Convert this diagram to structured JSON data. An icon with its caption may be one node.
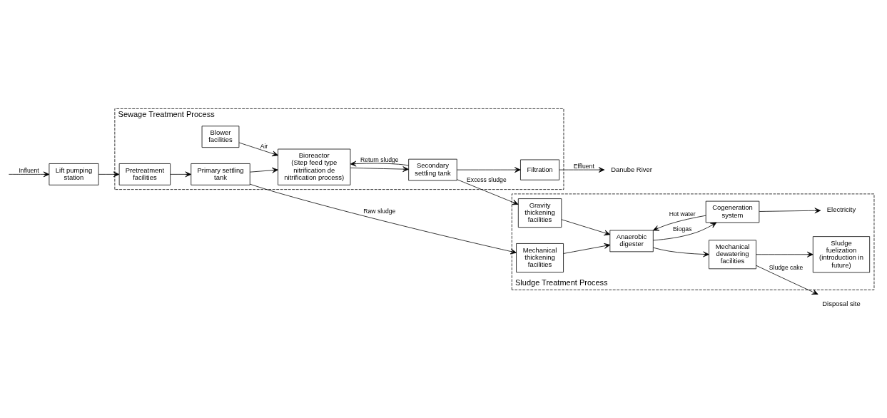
{
  "diagram": {
    "nodes": [
      {
        "text": [
          "Sewage Treatment Process"
        ]
      },
      {
        "text": [
          "Blower facilities"
        ],
        "in": 0
      },
      {
        "text": [
          "Pretreatment facilities"
        ],
        "in": 0
      },
      {
        "text": [
          "Primary settling tank"
        ],
        "in": 0
      },
      {
        "text": [
          "Bioreactor",
          "(Step feed type nitrification de nitrification process)"
        ],
        "in": 0
      },
      {
        "text": [
          "Secondary settling tank"
        ],
        "in": 0
      },
      {
        "text": [
          "Filtration"
        ],
        "in": 0
      },
      {
        "text": [
          "Lift pumping station"
        ]
      },
      {
        "text": [
          "Danube River"
        ]
      },
      {
        "text": [
          "Sludge Treatment Process"
        ]
      },
      {
        "text": [
          "Gravity thickening facilities"
        ],
        "in": 9
      },
      {
        "text": [
          "Mechanical thickening facilities"
        ],
        "in": 9
      },
      {
        "text": [
          "Anaerobic digester"
        ],
        "in": 9
      },
      {
        "text": [
          "Mechanical dewatering facilities"
        ],
        "in": 9
      },
      {
        "text": [
          "Cogeneration system"
        ],
        "in": 9
      },
      {
        "text": [
          "Electricity"
        ],
        "in": 9
      },
      {
        "text": [
          "Disposal site"
        ]
      },
      {
        "text": [
          "Sludge fuelization (introduction in future)"
        ],
        "in": 9
      }
    ],
    "edges": [
      {
        "from": null,
        "to": 7,
        "arrow": "to",
        "label": "Influent"
      },
      {
        "from": 7,
        "to": 2,
        "arrow": "to"
      },
      {
        "from": 2,
        "to": 3,
        "arrow": "to"
      },
      {
        "from": 3,
        "to": 4,
        "arrow": "to"
      },
      {
        "from": 1,
        "to": 4,
        "arrow": "to",
        "label": "Air"
      },
      {
        "from": 4,
        "to": 5,
        "arrow": "to"
      },
      {
        "from": 5,
        "to": 6,
        "arrow": "to"
      },
      {
        "from": 6,
        "to": 8,
        "arrow": "to",
        "label": "Effluent"
      },
      {
        "from": 5,
        "to": 4,
        "arrow": "to",
        "label": "Return sludge"
      },
      {
        "from": 3,
        "to": 11,
        "arrow": "to",
        "label": "Raw sludge"
      },
      {
        "from": 5,
        "to": 10,
        "arrow": "to",
        "label": "Excess sludge"
      },
      {
        "from": 10,
        "to": 12,
        "arrow": "to"
      },
      {
        "from": 11,
        "to": 12,
        "arrow": "to"
      },
      {
        "from": 12,
        "to": 13,
        "arrow": "to"
      },
      {
        "from": 12,
        "to": 14,
        "arrow": "to",
        "label": "Biogas"
      },
      {
        "from": 14,
        "to": 12,
        "arrow": "to",
        "label": "Hot water"
      },
      {
        "from": 14,
        "to": 15,
        "arrow": "to"
      },
      {
        "from": 13,
        "to": 16,
        "arrow": "to",
        "label": "Sludge cake"
      },
      {
        "from": 13,
        "to": 17,
        "arrow": "to"
      }
    ]
  }
}
